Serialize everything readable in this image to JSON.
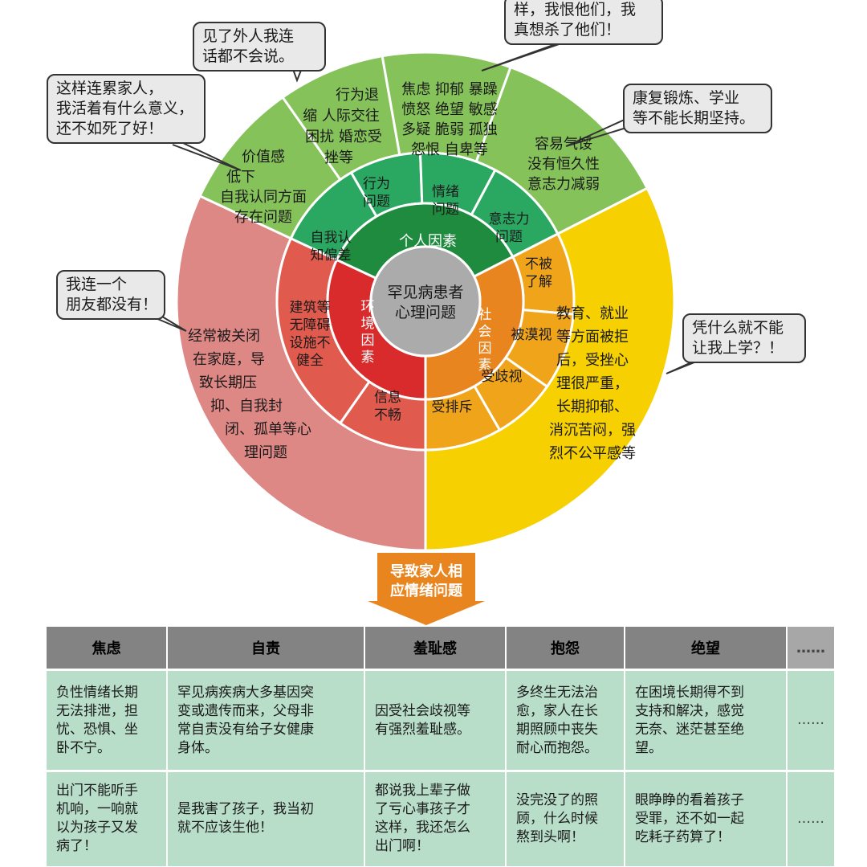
{
  "center": {
    "lines": [
      "罕见病患者",
      "心理问题"
    ]
  },
  "rings": {
    "personal": {
      "label": "个人因素",
      "color": "#1e8b3e"
    },
    "social": {
      "label": "社会因素",
      "color": "#e8851f"
    },
    "environment": {
      "label": "环境因素",
      "color": "#d92b2b"
    }
  },
  "middle": {
    "self": [
      "自我认",
      "知偏差"
    ],
    "behavior": [
      "行为",
      "问题"
    ],
    "emotion": [
      "情绪",
      "问题"
    ],
    "will": [
      "意志力",
      "问题"
    ],
    "understood": [
      "不被",
      "了解"
    ],
    "ignored": [
      "被漠视"
    ],
    "discriminated": [
      "受歧视"
    ],
    "excluded": [
      "受排斥"
    ],
    "info": [
      "信息",
      "不畅"
    ],
    "building": [
      "建筑等",
      "无障碍",
      "设施不",
      "健全"
    ]
  },
  "outer": {
    "value": [
      "价值感",
      "低下",
      "自我认同方面",
      "存在问题"
    ],
    "behavior": [
      "行为退",
      "缩 人际交往",
      "困扰 婚恋受",
      "挫等"
    ],
    "emotion": [
      "焦虑 抑郁 暴躁",
      "愤怒 绝望 敏感",
      "多疑 脆弱 孤独",
      "怨恨 自卑等"
    ],
    "will": [
      "容易气馁",
      "没有恒久性",
      "意志力减弱"
    ],
    "social": [
      "教育、就业",
      "等方面被拒",
      "后，受挫心",
      "理很严重，",
      "长期抑郁、",
      "消沉苦闷，强",
      "烈不公平感等"
    ],
    "environment": [
      "经常被关闭",
      "在家庭，导",
      "致长期压",
      "抑、自我封",
      "闭、孤单等心",
      "理问题"
    ]
  },
  "bubbles": {
    "top": [
      "样，我恨他们，我",
      "真想杀了他们！"
    ],
    "outsider": [
      "见了外人我连",
      "话都不会说。"
    ],
    "family": [
      "这样连累家人，",
      "我活着有什么意义，",
      "还不如死了好！"
    ],
    "rehab": [
      "康复锻炼、学业",
      "等不能长期坚持。"
    ],
    "friend": [
      "我连一个",
      "朋友都没有！"
    ],
    "school": [
      "凭什么就不能",
      "让我上学？！"
    ]
  },
  "arrow": {
    "lines": [
      "导致家人相",
      "应情绪问题"
    ],
    "color": "#e8851f"
  },
  "table": {
    "headers": [
      "焦虑",
      "自责",
      "羞耻感",
      "抱怨",
      "绝望",
      "……"
    ],
    "rows": [
      [
        [
          "负性情绪长期",
          "无法排泄，担",
          "忧、恐惧、坐",
          "卧不宁。"
        ],
        [
          "罕见病疾病大多基因突",
          "变或遗传而来，父母非",
          "常自责没有给子女健康",
          "身体。"
        ],
        [
          "因受社会歧视等",
          "有强烈羞耻感。"
        ],
        [
          "多终生无法治",
          "愈，家人在长",
          "期照顾中丧失",
          "耐心而抱怨。"
        ],
        [
          "在困境长期得不到",
          "支持和解决，感觉",
          "无奈、迷茫甚至绝",
          "望。"
        ],
        [
          "……"
        ]
      ],
      [
        [
          "出门不能听手",
          "机响，一响就",
          "以为孩子又发",
          "病了！"
        ],
        [
          "是我害了孩子，我当初",
          "就不应该生他！"
        ],
        [
          "都说我上辈子做",
          "了亏心事孩子才",
          "这样，我还怎么",
          "出门啊！"
        ],
        [
          "没完没了的照",
          "顾，什么时候",
          "熬到头啊！"
        ],
        [
          "眼睁睁的看着孩子",
          "受罪，还不如一起",
          "吃耗子药算了！"
        ],
        [
          "……"
        ]
      ]
    ]
  }
}
